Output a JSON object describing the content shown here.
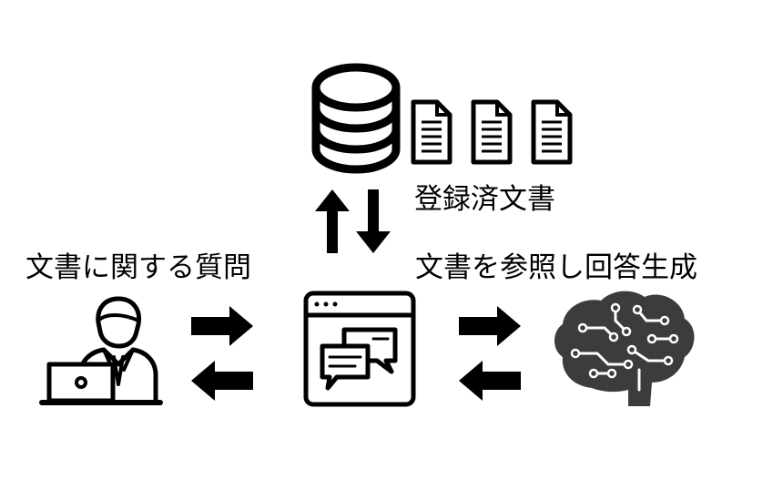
{
  "colors": {
    "ink": "#000000",
    "ai_gray": "#3c3c3c",
    "background": "#ffffff"
  },
  "labels": {
    "documents": "登録済文書",
    "question": "文書に関する質問",
    "generate": "文書を参照し回答生成"
  },
  "icons": {
    "database": "database-icon",
    "document": "document-icon",
    "user": "user-at-laptop-icon",
    "chat_app": "chat-app-window-icon",
    "ai": "ai-brain-icon"
  },
  "arrows": {
    "vertical": [
      "up",
      "down"
    ],
    "user_app": [
      "right",
      "left"
    ],
    "app_ai": [
      "right",
      "left"
    ]
  }
}
